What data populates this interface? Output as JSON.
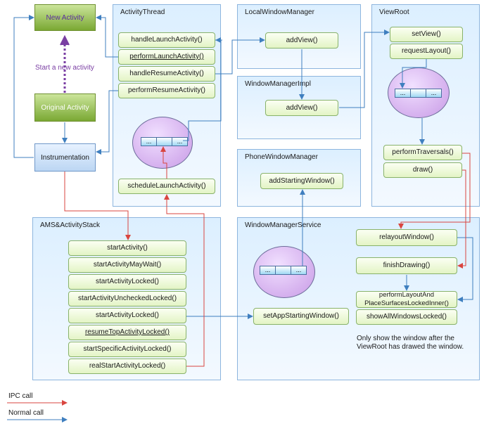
{
  "top": {
    "new_activity": "New Activity",
    "start_label": "Start a new activity",
    "original_activity": "Original Activity",
    "instrumentation": "Instrumentation"
  },
  "activity_thread": {
    "title": "ActivityThread",
    "items": [
      "handleLaunchActivity()",
      "performLaunchActivity()",
      "handleResumeActivity()",
      "performResumeActivity()"
    ],
    "queue": [
      "...",
      "",
      "..."
    ],
    "schedule": "scheduleLaunchActivity()"
  },
  "local_window_manager": {
    "title": "LocalWindowManager",
    "item": "addView()"
  },
  "window_manager_impl": {
    "title": "WindowManagerImpl",
    "item": "addView()"
  },
  "phone_window_manager": {
    "title": "PhoneWindowManager",
    "item": "addStartingWindow()"
  },
  "view_root": {
    "title": "ViewRoot",
    "items": [
      "setView()",
      "requestLayout()"
    ],
    "queue": [
      "...",
      "",
      "..."
    ],
    "traversal": [
      "performTraversals()",
      "draw()"
    ]
  },
  "ams": {
    "title": "AMS&ActivityStack",
    "items": [
      "startActivity()",
      "startActivityMayWait()",
      "startActivityLocked()",
      "startActivityUncheckedLocked()",
      "startActivityLocked()",
      "resumeTopActivityLocked()",
      "startSpecificActivityLocked()",
      "realStartActivityLocked()"
    ]
  },
  "wms": {
    "title": "WindowManagerService",
    "queue": [
      "...",
      "",
      "..."
    ],
    "set_starting": "setAppStartingWindow()",
    "relayout": "relayoutWindow()",
    "finish": "finishDrawing()",
    "perform_layout": "performLayoutAnd\nPlaceSurfacesLockedInner()",
    "show_all": "showAllWindowsLocked()",
    "note": "Only show the window after the\nViewRoot has drawed the window."
  },
  "legend": {
    "ipc": "IPC call",
    "normal": "Normal call"
  },
  "colors": {
    "ipc": "#d9453f",
    "normal": "#3f7fbf",
    "start_arrow": "#7a3ea3"
  }
}
